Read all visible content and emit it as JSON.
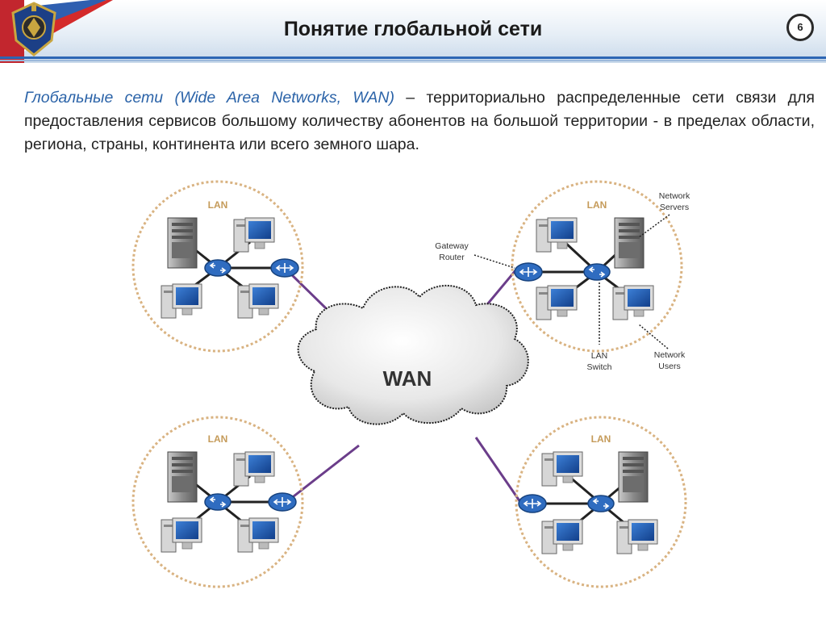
{
  "header": {
    "title": "Понятие глобальной сети",
    "page_number": "6"
  },
  "definition": {
    "term": "Глобальные сети (Wide Area Networks, WAN)",
    "text": " – территориально распределенные сети связи для предоставления сервисов большому количеству абонентов на большой территории - в пределах области, региона, страны, континента или всего земного шара."
  },
  "diagram": {
    "wan_label": "WAN",
    "lan_label": "LAN",
    "callouts": {
      "network_servers_1": "Network",
      "network_servers_2": "Servers",
      "gateway_router_1": "Gateway",
      "gateway_router_2": "Router",
      "lan_switch_1": "LAN",
      "lan_switch_2": "Switch",
      "network_users_1": "Network",
      "network_users_2": "Users"
    },
    "colors": {
      "lan_circle": "#d9b382",
      "link": "#6b3d8a",
      "device_blue": "#2a66b8",
      "server_gray": "#7a7a7a"
    }
  }
}
